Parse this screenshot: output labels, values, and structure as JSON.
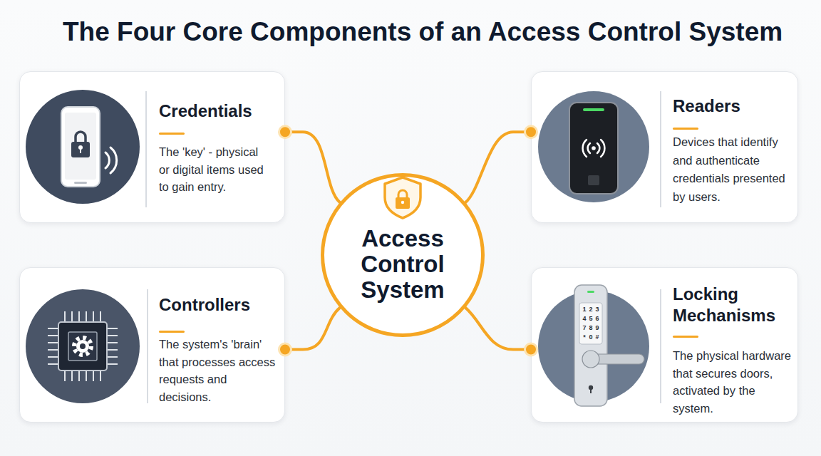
{
  "diagram": {
    "title": "The Four Core Components of an Access Control System",
    "nodes": [
      {
        "text": [
          "Credentials",
          "The 'key' - physical or digital items used to gain entry."
        ]
      },
      {
        "text": [
          "Readers",
          "Devices that identify and authenticate credentials presented by users."
        ]
      },
      {
        "text": [
          "Access Control System"
        ]
      },
      {
        "text": [
          "Controllers",
          "The system's 'brain' that processes access requests and decisions."
        ]
      },
      {
        "text": [
          "Locking Mechanisms",
          "The physical hardware that secures doors, activated by the system."
        ]
      }
    ],
    "edges": [
      {
        "from": 2,
        "to": 0,
        "arrow": "none"
      },
      {
        "from": 2,
        "to": 1,
        "arrow": "none"
      },
      {
        "from": 2,
        "to": 3,
        "arrow": "none"
      },
      {
        "from": 2,
        "to": 4,
        "arrow": "none"
      }
    ],
    "labels": [
      "1",
      "2",
      "3",
      "4",
      "5",
      "6",
      "7",
      "8",
      "9",
      "*",
      "0",
      "#"
    ]
  }
}
